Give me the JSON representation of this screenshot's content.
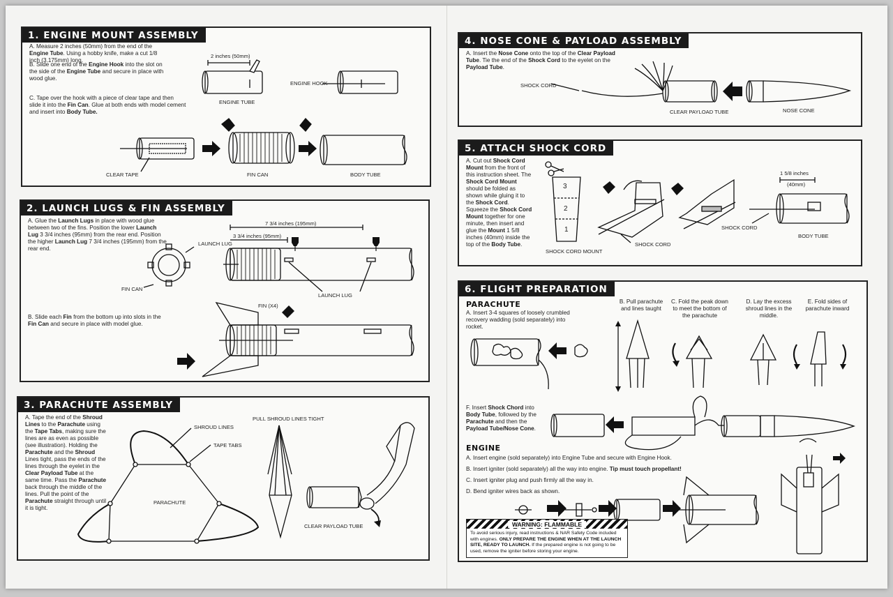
{
  "panels": {
    "p1": {
      "title": "1. ENGINE MOUNT ASSEMBLY",
      "step_a_1": "A.  Measure 2 inches (50mm) from the end of the ",
      "step_a_b1": "Engine Tube",
      "step_a_2": ". Using a hobby knife, make a cut 1/8 inch (3.175mm) long.",
      "step_b_1": "B.  Slide one end of the ",
      "step_b_b1": "Engine Hook",
      "step_b_2": " into the slot on the side of the ",
      "step_b_b2": "Engine Tube",
      "step_b_3": " and secure in place with wood glue.",
      "step_c_1": "C.  Tape over the hook with a piece of clear tape and then slide it into the ",
      "step_c_b1": "Fin Can",
      "step_c_2": ". Glue at both ends with model cement and insert into ",
      "step_c_b2": "Body Tube.",
      "step_c_3": ".",
      "lbl_dim": "2 inches (50mm)",
      "lbl_engine_tube": "ENGINE TUBE",
      "lbl_engine_hook": "ENGINE HOOK",
      "lbl_clear_tape": "CLEAR TAPE",
      "lbl_fin_can": "FIN CAN",
      "lbl_body_tube": "BODY TUBE"
    },
    "p2": {
      "title": "2. LAUNCH LUGS & FIN ASSEMBLY",
      "step_a_1": "A.  Glue the ",
      "step_a_b1": "Launch Lugs",
      "step_a_2": " in place with wood glue between two of the fins. Position the lower ",
      "step_a_b2": "Launch Lug",
      "step_a_3": " 3 3/4 inches (95mm) from the rear end. Position the higher ",
      "step_a_b3": "Launch Lug",
      "step_a_4": " 7 3/4 inches (195mm) from the rear end.",
      "step_b_1": "B.  Slide each ",
      "step_b_b1": "Fin",
      "step_b_2": " from the bottom up into slots in the ",
      "step_b_b2": "Fin Can",
      "step_b_3": " and secure in place with model glue.",
      "lbl_dim_long": "7 3/4 inches (195mm)",
      "lbl_dim_short": "3 3/4 inches (95mm)",
      "lbl_launch_lug": "LAUNCH LUG",
      "lbl_launch_lug2": "LAUNCH LUG",
      "lbl_fin_can": "FIN CAN",
      "lbl_fin": "FIN (X4)"
    },
    "p3": {
      "title": "3. PARACHUTE ASSEMBLY",
      "step_1": "A.  Tape the end of the ",
      "step_b1": "Shroud Lines",
      "step_2": " to the ",
      "step_b2": "Parachute",
      "step_3": " using the ",
      "step_b3": "Tape Tabs",
      "step_4": ", making sure the lines are as even as possible (see illustration). Holding the ",
      "step_b4": "Parachute",
      "step_5": " and the ",
      "step_b5": "Shroud",
      "step_6": " Lines tight, pass the ends of the lines through the eyelet in the ",
      "step_b6": "Clear Payload Tube",
      "step_7": " at the same time. Pass the ",
      "step_b7": "Parachute",
      "step_8": " back through the middle of the lines. Pull the point of the ",
      "step_b8": "Parachute",
      "step_9": " straight through until it is tight.",
      "lbl_shroud": "SHROUD LINES",
      "lbl_tape_tabs": "TAPE TABS",
      "lbl_parachute": "PARACHUTE",
      "lbl_pull": "PULL SHROUD LINES TIGHT",
      "lbl_clear_payload": "CLEAR PAYLOAD TUBE"
    },
    "p4": {
      "title": "4. NOSE CONE & PAYLOAD ASSEMBLY",
      "step_1": "A.  Insert the ",
      "step_b1": "Nose Cone",
      "step_2": " onto the top of the ",
      "step_b2": "Clear Payload Tube",
      "step_3": ". Tie the end of the ",
      "step_b3": "Shock Cord",
      "step_4": " to the eyelet on the ",
      "step_b4": "Payload Tube",
      "step_5": ".",
      "lbl_shock": "SHOCK CORD",
      "lbl_clear": "CLEAR PAYLOAD TUBE",
      "lbl_nose": "NOSE CONE"
    },
    "p5": {
      "title": "5. ATTACH SHOCK CORD",
      "step_1": "A.  Cut out ",
      "step_b1": "Shock Cord Mount",
      "step_2": " from the front of this instruction sheet. The ",
      "step_b2": "Shock Cord Mount",
      "step_3": " should be folded as shown while gluing it to the ",
      "step_b3": "Shock Cord",
      "step_4": ". Squeeze the ",
      "step_b4": "Shock Cord Mount",
      "step_5": " together for one minute, then insert and glue the ",
      "step_b5": "Mount",
      "step_6": " 1 5/8 inches (40mm) inside the top of the ",
      "step_b6": "Body Tube",
      "step_7": ".",
      "lbl_mount": "SHOCK CORD MOUNT",
      "lbl_shock": "SHOCK CORD",
      "lbl_shock2": "SHOCK CORD",
      "lbl_body": "BODY TUBE",
      "lbl_dim1": "1 5/8 inches",
      "lbl_dim2": "(40mm)",
      "n3": "3",
      "n2": "2",
      "n1": "1"
    },
    "p6": {
      "title": "6. FLIGHT PREPARATION",
      "parachute_head": "PARACHUTE",
      "para_a": "A.  Insert 3-4 squares of loosely crumbled recovery wadding (sold separately) into rocket.",
      "para_b": "B.  Pull parachute and lines taught",
      "para_c": "C.  Fold the peak down to meet the bottom of the parachute",
      "para_d": "D.  Lay the excess shroud lines in the middle.",
      "para_e": "E.  Fold sides of parachute inward",
      "para_f_1": "F.  Insert ",
      "para_f_b1": "Shock Chord",
      "para_f_2": " into ",
      "para_f_b2": "Body Tube",
      "para_f_3": ", followed by the ",
      "para_f_b3": "Parachute",
      "para_f_4": " and then the ",
      "para_f_b4": "Payload Tube/Nose Cone",
      "para_f_5": ".",
      "engine_head": "ENGINE",
      "eng_a": "A.  Insert engine (sold separately) into Engine Tube and secure with Engine Hook.",
      "eng_b_1": "B.  Insert igniter (sold separately) all the way into engine. ",
      "eng_b_b": "Tip must touch propellant!",
      "eng_c": "C.  Insert igniter plug and push firmly all the way in.",
      "eng_d": "D.  Bend igniter wires back as shown.",
      "warn_title": "WARNING: FLAMMABLE",
      "warn_1": "To avoid serious injury, read instructions & NAR Safety Code included with engines.",
      "warn_b": "ONLY PREPARE THE ENGINE WHEN AT THE LAUNCH SITE, READY TO LAUNCH.",
      "warn_2": " If the prepared engine is not going to be used, remove the igniter before storing your engine."
    }
  },
  "colors": {
    "ink": "#1b1b1b",
    "paper": "#f4f4f2"
  }
}
